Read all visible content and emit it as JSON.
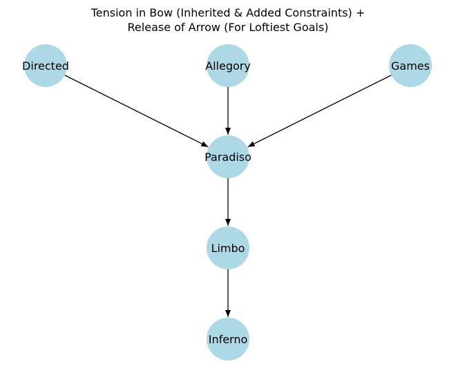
{
  "title": {
    "line1": "Tension in Bow (Inherited & Added Constraints) +",
    "line2": "Release of Arrow (For Loftiest Goals)"
  },
  "colors": {
    "node_fill": "#add8e6",
    "edge": "#000000",
    "text": "#000000",
    "background": "#ffffff"
  },
  "nodes": [
    {
      "id": "directed",
      "label": "Directed"
    },
    {
      "id": "allegory",
      "label": "Allegory"
    },
    {
      "id": "games",
      "label": "Games"
    },
    {
      "id": "paradiso",
      "label": "Paradiso"
    },
    {
      "id": "limbo",
      "label": "Limbo"
    },
    {
      "id": "inferno",
      "label": "Inferno"
    }
  ],
  "edges": [
    {
      "from": "directed",
      "to": "paradiso"
    },
    {
      "from": "allegory",
      "to": "paradiso"
    },
    {
      "from": "games",
      "to": "paradiso"
    },
    {
      "from": "paradiso",
      "to": "limbo"
    },
    {
      "from": "limbo",
      "to": "inferno"
    }
  ]
}
